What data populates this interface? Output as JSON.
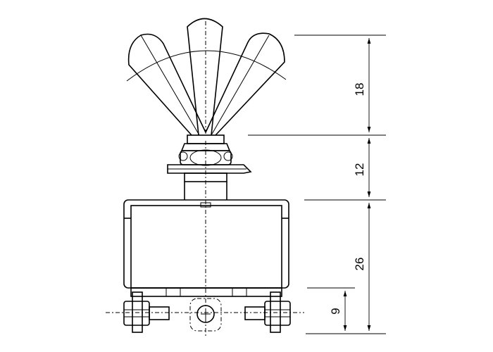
{
  "dimensions": {
    "lever": "18",
    "bushing": "12",
    "body": "26",
    "terminal": "9"
  },
  "colors": {
    "line": "#000000",
    "background": "#ffffff"
  }
}
